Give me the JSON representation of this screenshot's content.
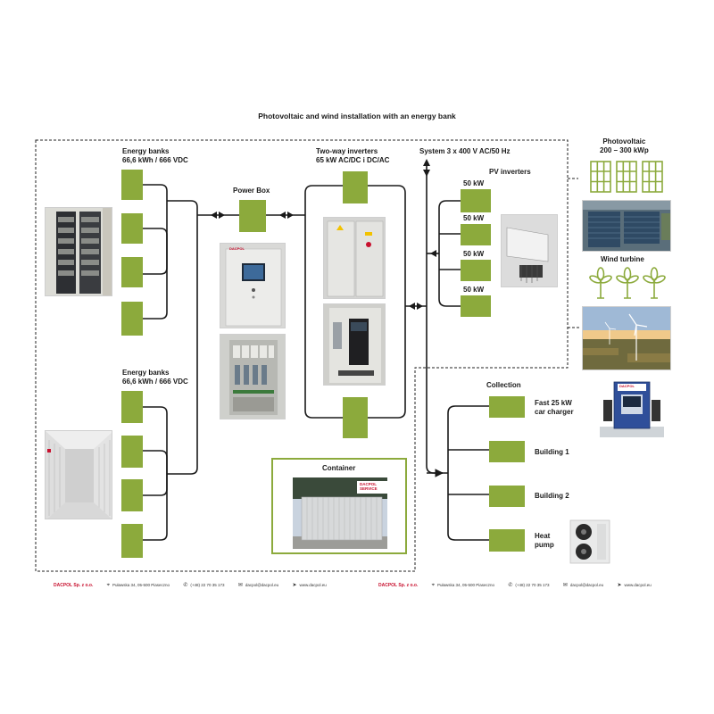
{
  "title": "Photovoltaic and wind installation with an energy bank",
  "energy_banks_top": {
    "line1": "Energy banks",
    "line2": "66,6 kWh / 666 VDC"
  },
  "energy_banks_bottom": {
    "line1": "Energy banks",
    "line2": "66,6 kWh / 666 VDC"
  },
  "power_box": "Power Box",
  "inverters": {
    "line1": "Two-way inverters",
    "line2": "65 kW AC/DC i DC/AC"
  },
  "system": "System 3 x 400 V AC/50 Hz",
  "pv_inverters": {
    "title": "PV inverters",
    "items": [
      "50 kW",
      "50 kW",
      "50 kW",
      "50 kW"
    ]
  },
  "photovoltaic": {
    "line1": "Photovoltaic",
    "line2": "200 – 300 kWp"
  },
  "wind_turbine": "Wind turbine",
  "collection": {
    "title": "Collection",
    "items": [
      {
        "line1": "Fast 25 kW",
        "line2": "car charger"
      },
      {
        "line1": "Building 1",
        "line2": ""
      },
      {
        "line1": "Building 2",
        "line2": ""
      },
      {
        "line1": "Heat",
        "line2": "pump"
      }
    ]
  },
  "container": "Container",
  "container_brand": "DACPOL SERVICE",
  "charger_brand": "DACPOL",
  "powerbox_brand": "DACPOL",
  "footer": {
    "left": {
      "brand": "DACPOL Sp. z o.o.",
      "address": "Puławska 34, 05-500 Piaseczno",
      "phone": "(+48) 22 70 35 173",
      "email": "dacpol@dacpol.eu",
      "web": "www.dacpol.eu"
    },
    "right": {
      "brand": "DACPOL Sp. z o.o.",
      "address": "Puławska 34, 05-500 Piaseczno",
      "phone": "(+48) 22 70 35 173",
      "email": "dacpol@dacpol.eu",
      "web": "www.dacpol.eu"
    }
  },
  "colors": {
    "module": "#8caa3c",
    "line": "#1a1a1a",
    "brand": "#c8102e"
  }
}
